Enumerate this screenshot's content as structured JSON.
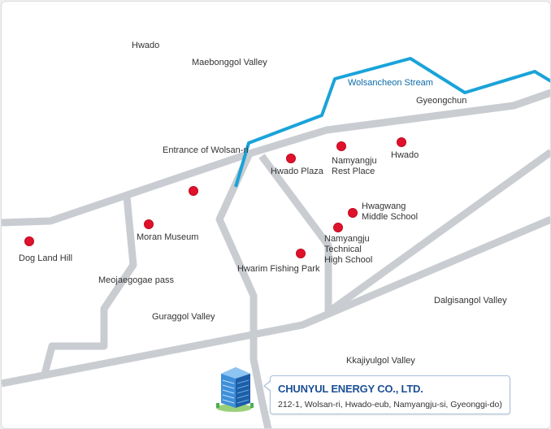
{
  "map": {
    "places": [
      {
        "id": "hwado-north",
        "text": "Hwado"
      },
      {
        "id": "maebonggol",
        "text": "Maebonggol Valley"
      },
      {
        "id": "wolsancheon",
        "text": "Wolsancheon Stream"
      },
      {
        "id": "gyeongchun",
        "text": "Gyeongchun"
      },
      {
        "id": "entrance-wolsan",
        "text": "Entrance of Wolsan-ri"
      },
      {
        "id": "meojaegogae",
        "text": "Meojaegogae pass"
      },
      {
        "id": "guraggol",
        "text": "Guraggol Valley"
      },
      {
        "id": "dalgisangol",
        "text": "Dalgisangol Valley"
      },
      {
        "id": "kkajiyulgol",
        "text": "Kkajiyulgol Valley"
      }
    ],
    "markers": [
      {
        "id": "hwado-plaza",
        "text": "Hwado Plaza"
      },
      {
        "id": "namyangju-rest",
        "text": "Namyangju\nRest Place"
      },
      {
        "id": "hwado-east",
        "text": "Hwado"
      },
      {
        "id": "unlabeled",
        "text": ""
      },
      {
        "id": "moran",
        "text": "Moran Museum"
      },
      {
        "id": "dog-land",
        "text": "Dog Land Hill"
      },
      {
        "id": "hwagwang",
        "text": "Hwagwang\nMiddle School"
      },
      {
        "id": "namyangju-tech",
        "text": "Namyangju\nTechnical\nHigh School"
      },
      {
        "id": "hwarim",
        "text": "Hwarim Fishing Park"
      }
    ],
    "colors": {
      "road": "#c9ccd1",
      "stream": "#1aa3d9",
      "marker": "#e0112b",
      "company_name": "#1c4f96"
    }
  },
  "company": {
    "name": "CHUNYUL ENERGY CO., LTD.",
    "address": "212-1, Wolsan-ri, Hwado-eub, Namyangju-si, Gyeonggi-do)",
    "icon": "office-building-icon"
  }
}
